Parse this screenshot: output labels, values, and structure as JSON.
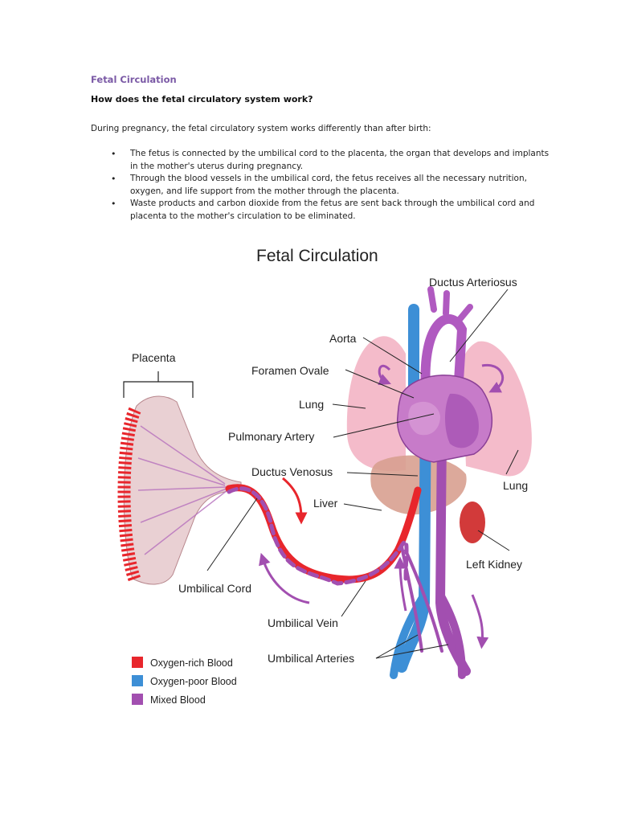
{
  "page": {
    "title": "Fetal Circulation",
    "question": "How does the fetal circulatory system work?",
    "intro": "During pregnancy, the fetal circulatory system works differently than after birth:",
    "bullets": [
      "The fetus is connected by the umbilical cord to the placenta, the organ that develops and implants in the mother's uterus during pregnancy.",
      "Through the blood vessels in the umbilical cord, the fetus receives all the necessary nutrition, oxygen, and life support from the mother through the placenta.",
      "Waste products and carbon dioxide from the fetus are sent back through the umbilical cord and placenta to the mother's circulation to be eliminated."
    ]
  },
  "diagram": {
    "title": "Fetal Circulation",
    "labels": {
      "ductus_arteriosus": "Ductus Arteriosus",
      "aorta": "Aorta",
      "placenta": "Placenta",
      "foramen_ovale": "Foramen Ovale",
      "lung_left": "Lung",
      "pulmonary_artery": "Pulmonary Artery",
      "ductus_venosus": "Ductus Venosus",
      "lung_right": "Lung",
      "liver": "Liver",
      "left_kidney": "Left Kidney",
      "umbilical_cord": "Umbilical Cord",
      "umbilical_vein": "Umbilical Vein",
      "umbilical_arteries": "Umbilical Arteries"
    },
    "legend": [
      {
        "label": "Oxygen-rich Blood",
        "color": "#e8262c"
      },
      {
        "label": "Oxygen-poor Blood",
        "color": "#3d8fd6"
      },
      {
        "label": "Mixed Blood",
        "color": "#a24fb0"
      }
    ]
  }
}
